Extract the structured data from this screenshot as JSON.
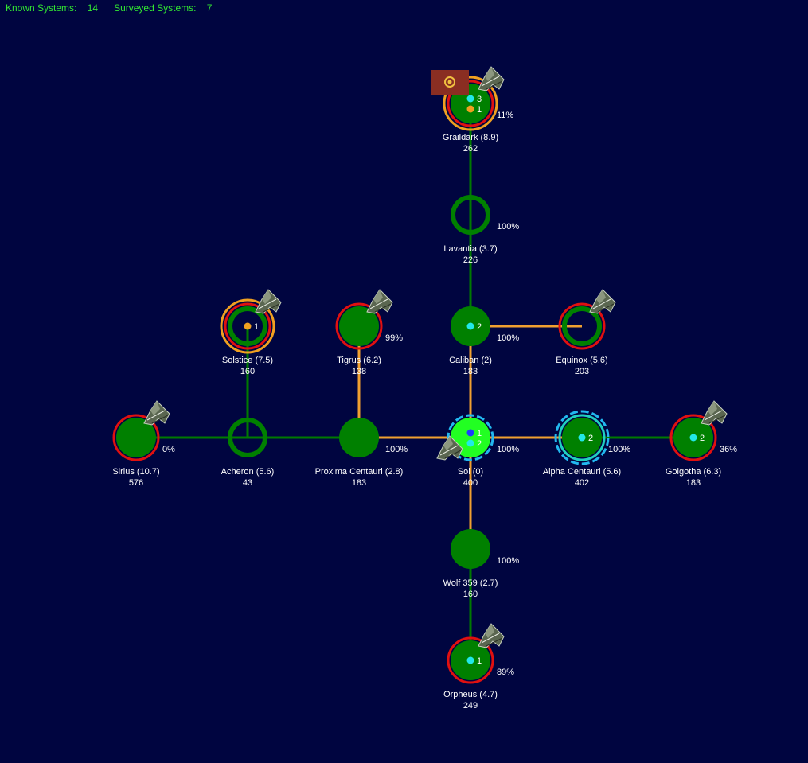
{
  "header": {
    "known_label": "Known Systems:",
    "known_count": "14",
    "surveyed_label": "Surveyed Systems:",
    "surveyed_count": "7"
  },
  "colors": {
    "background": "#000540",
    "system_fill": "#008000",
    "home_fill": "#22ff22",
    "link_green": "#007a00",
    "link_orange": "#f0a030",
    "ring_red": "#e01010",
    "ring_orange": "#f0a020",
    "ring_cyan": "#22b8f0",
    "ring_teal": "#20d0c0",
    "text": "#ffffff",
    "flag": "#8a2e22"
  },
  "systems": [
    {
      "id": "graildark",
      "name": "Graildark  (8.9)",
      "value": "262",
      "percent": "11%",
      "style": "filled",
      "rings": [
        "red",
        "orange"
      ],
      "ships": [
        {
          "dot": "cyan",
          "count": "3"
        },
        {
          "dot": "orange",
          "count": "1"
        }
      ],
      "fleet": true,
      "flag": true
    },
    {
      "id": "lavantia",
      "name": "Lavantia  (3.7)",
      "value": "226",
      "percent": "100%",
      "style": "hollow",
      "rings": [],
      "ships": [],
      "fleet": false
    },
    {
      "id": "solstice",
      "name": "Solstice  (7.5)",
      "value": "160",
      "percent": "",
      "style": "hollow",
      "rings": [
        "red",
        "orange"
      ],
      "ships": [
        {
          "dot": "orange",
          "count": "1"
        }
      ],
      "fleet": true
    },
    {
      "id": "tigrus",
      "name": "Tigrus  (6.2)",
      "value": "138",
      "percent": "99%",
      "style": "filled",
      "rings": [
        "red"
      ],
      "ships": [],
      "fleet": true
    },
    {
      "id": "caliban",
      "name": "Caliban  (2)",
      "value": "183",
      "percent": "100%",
      "style": "filled",
      "rings": [],
      "ships": [
        {
          "dot": "cyan",
          "count": "2"
        }
      ],
      "fleet": false
    },
    {
      "id": "equinox",
      "name": "Equinox  (5.6)",
      "value": "203",
      "percent": "",
      "style": "hollow",
      "rings": [
        "red"
      ],
      "ships": [],
      "fleet": true
    },
    {
      "id": "sirius",
      "name": "Sirius  (10.7)",
      "value": "576",
      "percent": "0%",
      "style": "filled",
      "rings": [
        "red"
      ],
      "ships": [],
      "fleet": true
    },
    {
      "id": "acheron",
      "name": "Acheron  (5.6)",
      "value": "43",
      "percent": "",
      "style": "hollow",
      "rings": [],
      "ships": [],
      "fleet": false
    },
    {
      "id": "proxima",
      "name": "Proxima Centauri  (2.8)",
      "value": "183",
      "percent": "100%",
      "style": "filled",
      "rings": [],
      "ships": [],
      "fleet": false
    },
    {
      "id": "sol",
      "name": "Sol  (0)",
      "value": "400",
      "percent": "100%",
      "style": "home",
      "rings": [
        "cyan-dashed"
      ],
      "ships": [
        {
          "dot": "blue",
          "count": "1"
        },
        {
          "dot": "cyan",
          "count": "2"
        }
      ],
      "fleet": true
    },
    {
      "id": "alpha",
      "name": "Alpha Centauri  (5.6)",
      "value": "402",
      "percent": "100%",
      "style": "filled",
      "rings": [
        "teal",
        "cyan-dashed"
      ],
      "ships": [
        {
          "dot": "cyan",
          "count": "2"
        }
      ],
      "fleet": false
    },
    {
      "id": "golgotha",
      "name": "Golgotha  (6.3)",
      "value": "183",
      "percent": "36%",
      "style": "filled",
      "rings": [
        "red"
      ],
      "ships": [
        {
          "dot": "cyan",
          "count": "2"
        }
      ],
      "fleet": true
    },
    {
      "id": "wolf",
      "name": "Wolf 359  (2.7)",
      "value": "160",
      "percent": "100%",
      "style": "filled",
      "rings": [],
      "ships": [],
      "fleet": false
    },
    {
      "id": "orpheus",
      "name": "Orpheus  (4.7)",
      "value": "249",
      "percent": "89%",
      "style": "filled",
      "rings": [
        "red"
      ],
      "ships": [
        {
          "dot": "cyan",
          "count": "1"
        }
      ],
      "fleet": true
    }
  ],
  "links": [
    {
      "from": "graildark",
      "to": "lavantia",
      "color": "green"
    },
    {
      "from": "lavantia",
      "to": "caliban",
      "color": "green"
    },
    {
      "from": "caliban",
      "to": "equinox",
      "color": "orange"
    },
    {
      "from": "caliban",
      "to": "sol",
      "color": "orange"
    },
    {
      "from": "solstice",
      "to": "acheron",
      "color": "green"
    },
    {
      "from": "tigrus",
      "to": "proxima",
      "color": "orange"
    },
    {
      "from": "sirius",
      "to": "acheron",
      "color": "green"
    },
    {
      "from": "acheron",
      "to": "proxima",
      "color": "green"
    },
    {
      "from": "proxima",
      "to": "sol",
      "color": "orange"
    },
    {
      "from": "sol",
      "to": "alpha",
      "color": "orange"
    },
    {
      "from": "alpha",
      "to": "golgotha",
      "color": "green"
    },
    {
      "from": "sol",
      "to": "wolf",
      "color": "orange"
    },
    {
      "from": "wolf",
      "to": "orpheus",
      "color": "green"
    }
  ]
}
